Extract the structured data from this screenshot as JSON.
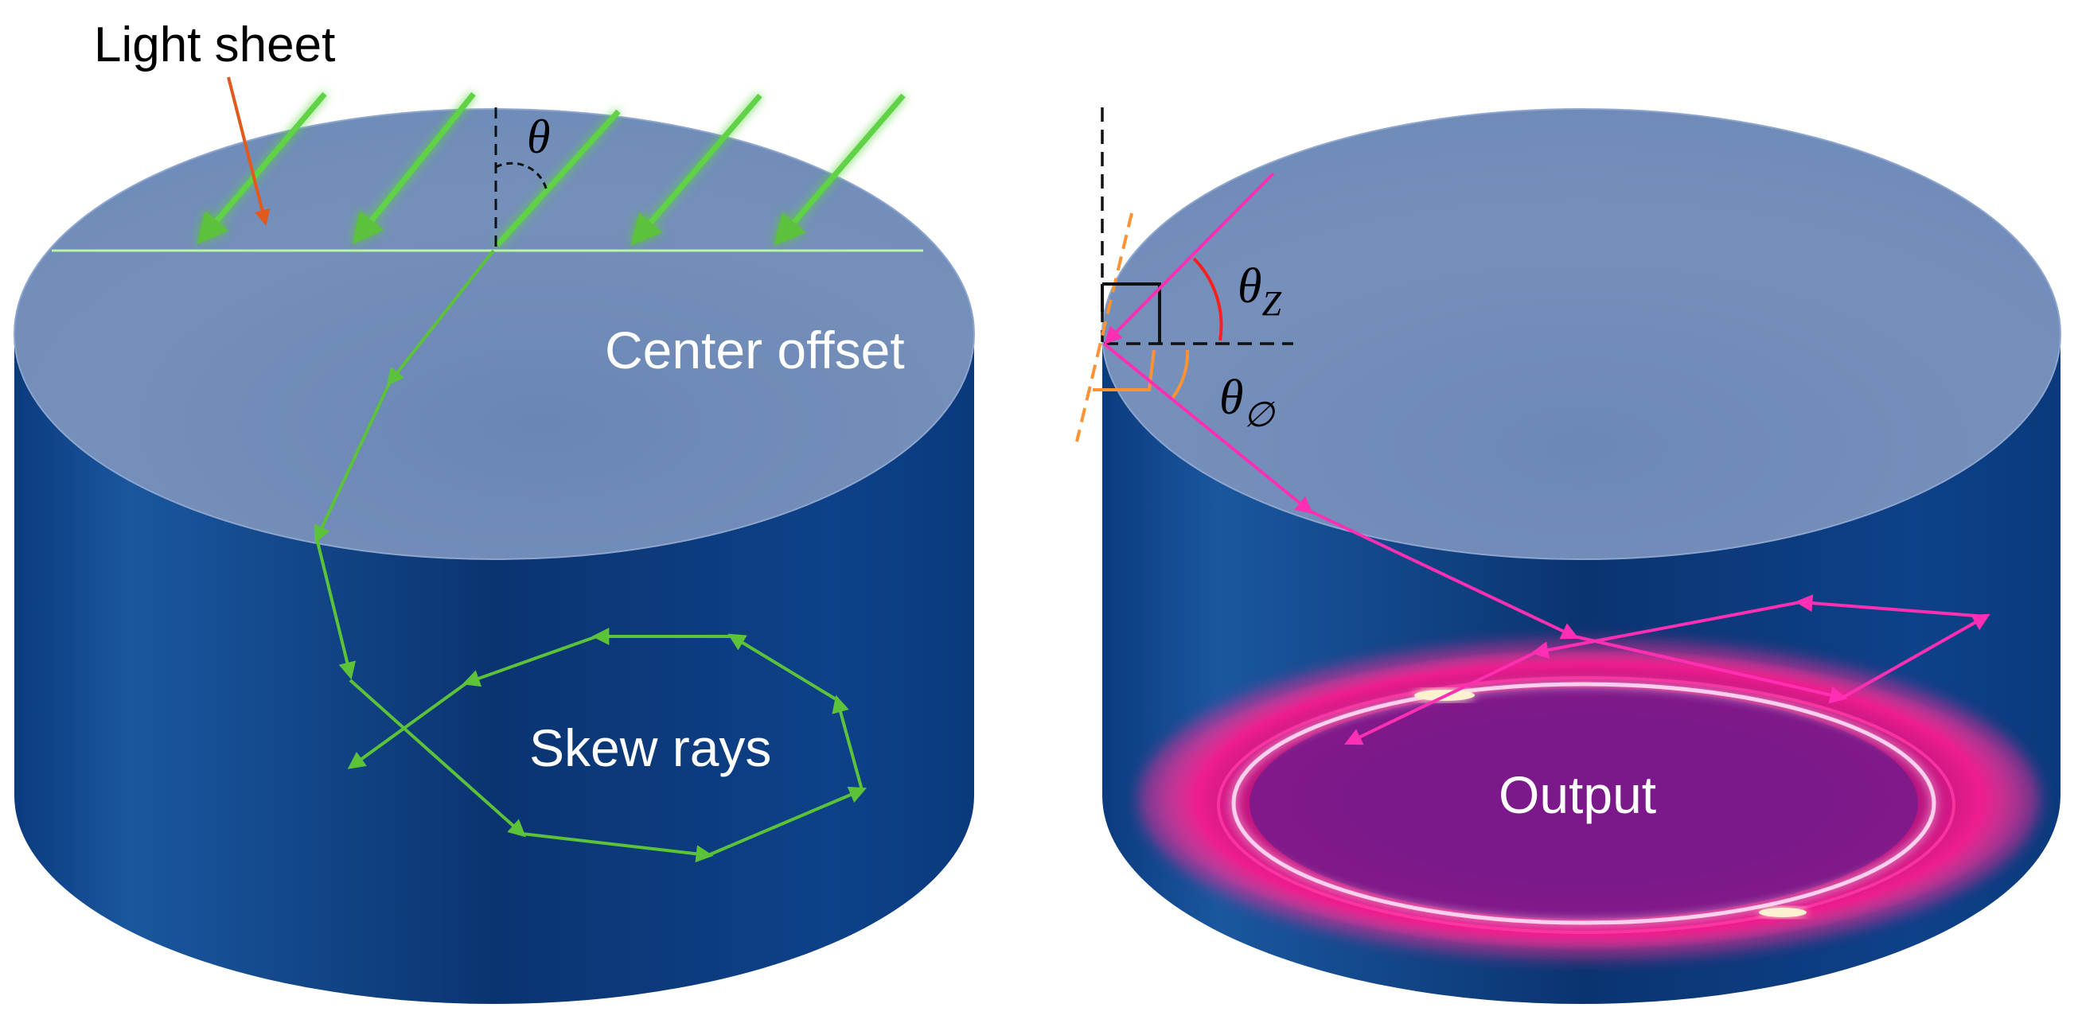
{
  "left_panel": {
    "light_sheet_label": "Light sheet",
    "angle_label": "θ",
    "center_offset_label": "Center offset",
    "skew_rays_label": "Skew rays"
  },
  "right_panel": {
    "theta_z_symbol": "θ",
    "theta_z_subscript": "Z",
    "theta_phi_symbol": "θ",
    "theta_phi_subscript": "∅",
    "output_label": "Output"
  },
  "colors": {
    "cylinder_side": "#0c3f86",
    "cylinder_top": "#7089b5",
    "light_sheet": "#5fd245",
    "ray_green": "#5cc23a",
    "ray_magenta": "#ff2fb4",
    "pointer_orange": "#e2591c",
    "angle_red": "#ff1e1e",
    "angle_orange": "#ff9233"
  }
}
